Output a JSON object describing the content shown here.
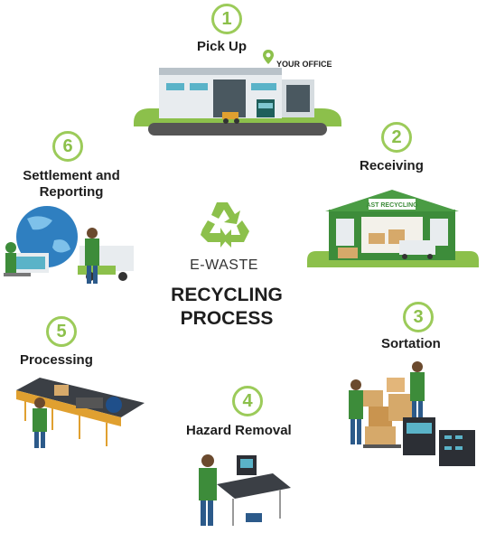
{
  "center": {
    "icon": "recycle-icon",
    "kicker": "E-WASTE",
    "title_line1": "RECYCLING",
    "title_line2": "PROCESS"
  },
  "colors": {
    "accent_green": "#8cc04b",
    "ring_green": "#9ccb5a",
    "dark_green": "#3d8c3a"
  },
  "steps": [
    {
      "number": "1",
      "label": "Pick Up",
      "note": "YOUR OFFICE",
      "icon": "warehouse-truck-icon"
    },
    {
      "number": "2",
      "label": "Receiving",
      "icon": "recycling-facility-icon",
      "sign": "AST RECYCLING"
    },
    {
      "number": "3",
      "label": "Sortation",
      "icon": "workers-sorting-boxes-icon"
    },
    {
      "number": "4",
      "label": "Hazard Removal",
      "icon": "worker-conveyor-icon"
    },
    {
      "number": "5",
      "label": "Processing",
      "icon": "processing-line-icon"
    },
    {
      "number": "6",
      "label_line1": "Settlement and",
      "label_line2": "Reporting",
      "icon": "global-reporting-icon"
    }
  ]
}
